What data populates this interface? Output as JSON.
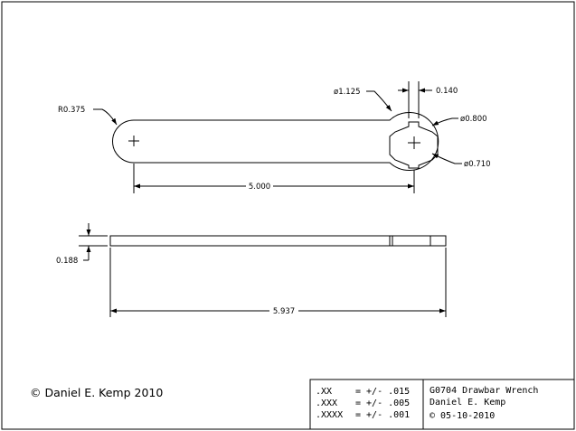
{
  "drawing": {
    "top_view": {
      "radius_label": "R0.375",
      "large_dia_label": "ø1.125",
      "key_width_label": "0.140",
      "outer_dia_label": "ø0.800",
      "inner_dia_label": "ø0.710",
      "center_distance_label": "5.000"
    },
    "side_view": {
      "thickness_label": "0.188",
      "overall_length_label": "5.937"
    },
    "copyright": "© Daniel E. Kemp 2010"
  },
  "title_block": {
    "tolerances": [
      {
        "format": ".XX",
        "value": "= +/- .015"
      },
      {
        "format": ".XXX",
        "value": "= +/- .005"
      },
      {
        "format": ".XXXX",
        "value": "= +/- .001"
      }
    ],
    "part_title": "G0704 Drawbar Wrench",
    "author": "Daniel E. Kemp",
    "date": "© 05-10-2010"
  }
}
